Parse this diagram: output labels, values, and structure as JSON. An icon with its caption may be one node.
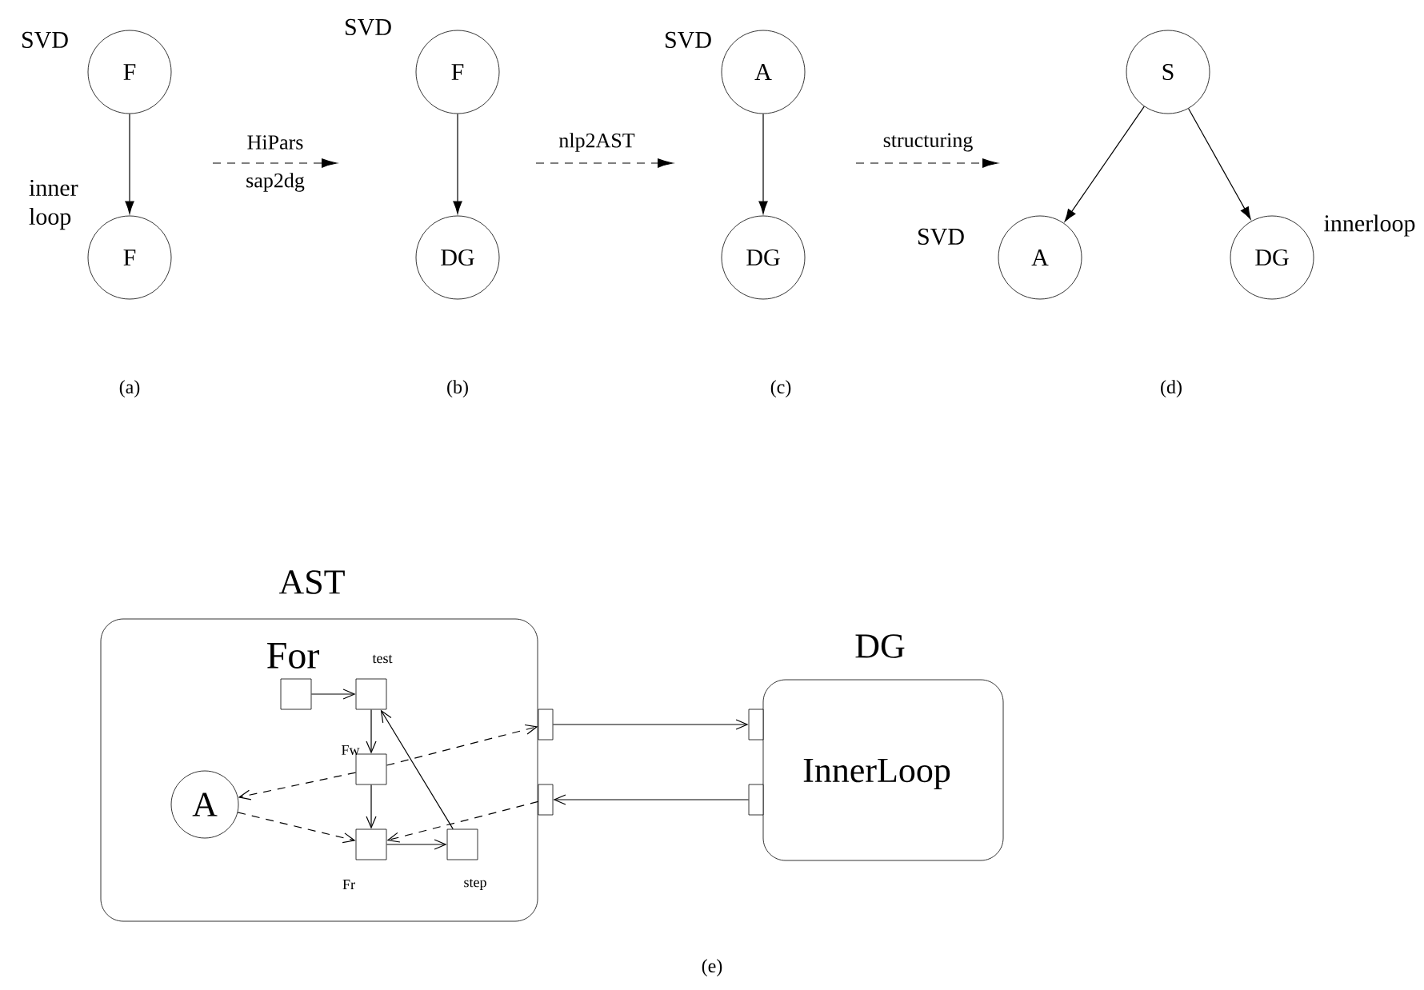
{
  "diagram": {
    "nodes": [
      {
        "text": [
          "F"
        ],
        "beside": [
          "SVD"
        ]
      },
      {
        "text": [
          "F"
        ],
        "beside": [
          "inner loop"
        ]
      },
      {
        "text": [
          "F"
        ],
        "beside": [
          "SVD"
        ]
      },
      {
        "text": [
          "DG"
        ]
      },
      {
        "text": [
          "A"
        ],
        "beside": [
          "SVD"
        ]
      },
      {
        "text": [
          "DG"
        ]
      },
      {
        "text": [
          "S"
        ]
      },
      {
        "text": [
          "A"
        ],
        "beside": [
          "SVD"
        ]
      },
      {
        "text": [
          "DG"
        ],
        "beside": [
          "innerloop"
        ]
      },
      {
        "text": [
          "AST",
          "For"
        ]
      },
      {
        "text": [],
        "shape": "box",
        "in": 9
      },
      {
        "text": [],
        "shape": "box",
        "in": 9,
        "beside": [
          "test"
        ]
      },
      {
        "text": [],
        "shape": "box",
        "in": 9,
        "beside": [
          "Fw"
        ]
      },
      {
        "text": [
          "A"
        ],
        "in": 9
      },
      {
        "text": [],
        "shape": "box",
        "in": 9,
        "beside": [
          "Fr"
        ]
      },
      {
        "text": [],
        "shape": "box",
        "in": 9,
        "beside": [
          "step"
        ]
      },
      {
        "text": [],
        "shape": "box"
      },
      {
        "text": [],
        "shape": "box"
      },
      {
        "text": [
          "DG",
          "InnerLoop"
        ]
      },
      {
        "text": [],
        "shape": "box"
      },
      {
        "text": [],
        "shape": "box"
      }
    ],
    "edges": [
      {
        "from": 0,
        "to": 1,
        "arrow": "to"
      },
      {
        "from": 2,
        "to": 3,
        "arrow": "to"
      },
      {
        "from": 4,
        "to": 5,
        "arrow": "to"
      },
      {
        "from": 6,
        "to": 7,
        "arrow": "to"
      },
      {
        "from": 6,
        "to": 8,
        "arrow": "to"
      },
      {
        "from": 10,
        "to": 11,
        "arrow": "to"
      },
      {
        "from": 11,
        "to": 12,
        "arrow": "to"
      },
      {
        "from": 12,
        "to": 14,
        "arrow": "to"
      },
      {
        "from": 14,
        "to": 15,
        "arrow": "to"
      },
      {
        "from": 15,
        "to": 11,
        "arrow": "to"
      },
      {
        "from": 12,
        "to": 13,
        "arrow": "to",
        "style": "dashed"
      },
      {
        "from": 12,
        "to": 16,
        "arrow": "to",
        "style": "dashed"
      },
      {
        "from": 13,
        "to": 14,
        "arrow": "to",
        "style": "dashed"
      },
      {
        "from": 17,
        "to": 14,
        "arrow": "to",
        "style": "dashed"
      },
      {
        "from": 16,
        "to": 19,
        "arrow": "to"
      },
      {
        "from": 20,
        "to": 17,
        "arrow": "to"
      }
    ],
    "labels": [
      "HiPars",
      "sap2dg",
      "nlp2AST",
      "structuring",
      "(a)",
      "(b)",
      "(c)",
      "(d)",
      "(e)"
    ]
  }
}
